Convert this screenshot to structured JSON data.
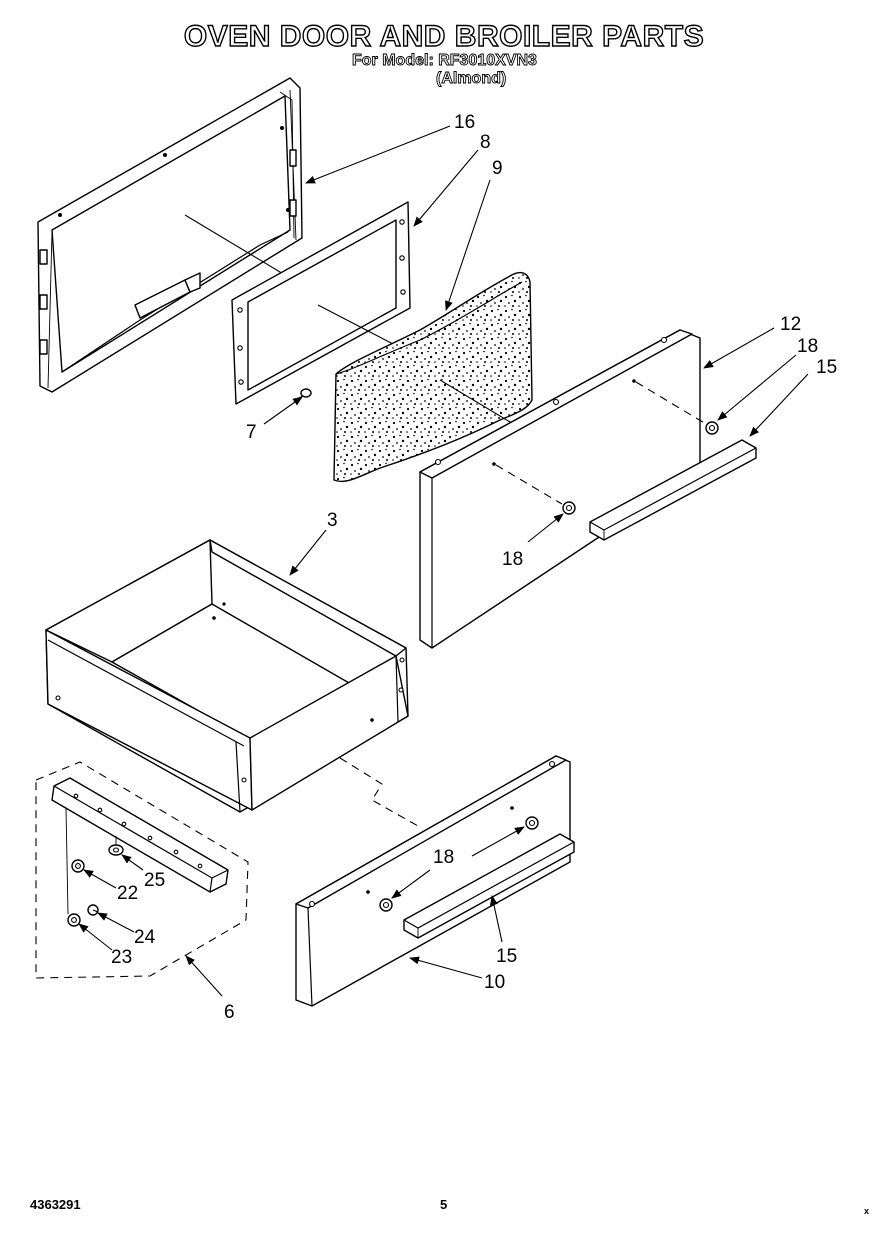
{
  "header": {
    "title": "OVEN DOOR AND BROILER PARTS",
    "model_line": "For Model: RF3010XVN3",
    "variant": "(Almond)"
  },
  "callouts": {
    "c16": "16",
    "c8": "8",
    "c9": "9",
    "c12": "12",
    "c18a": "18",
    "c15a": "15",
    "c7": "7",
    "c18b": "18",
    "c3": "3",
    "c18c": "18",
    "c25": "25",
    "c22": "22",
    "c24": "24",
    "c23": "23",
    "c15b": "15",
    "c10": "10",
    "c6": "6"
  },
  "footer": {
    "doc_number": "4363291",
    "page": "5",
    "mark": "x"
  }
}
